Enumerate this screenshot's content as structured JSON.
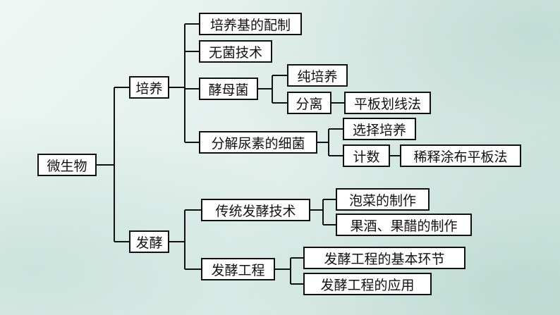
{
  "diagram": {
    "root": "微生物",
    "level1": {
      "culture": "培养",
      "ferment": "发酵"
    },
    "culture_children": {
      "medium_prep": "培养基的配制",
      "aseptic": "无菌技术",
      "yeast": "酵母菌",
      "urea_bacteria": "分解尿素的细菌"
    },
    "yeast_children": {
      "pure_culture": "纯培养",
      "isolation": "分离"
    },
    "isolation_child": "平板划线法",
    "urea_children": {
      "selective_culture": "选择培养",
      "counting": "计数"
    },
    "counting_child": "稀释涂布平板法",
    "ferment_children": {
      "traditional": "传统发酵技术",
      "engineering": "发酵工程"
    },
    "traditional_children": {
      "pickles": "泡菜的制作",
      "wine_vinegar": "果酒、果醋的制作"
    },
    "engineering_children": {
      "basics": "发酵工程的基本环节",
      "application": "发酵工程的应用"
    }
  }
}
